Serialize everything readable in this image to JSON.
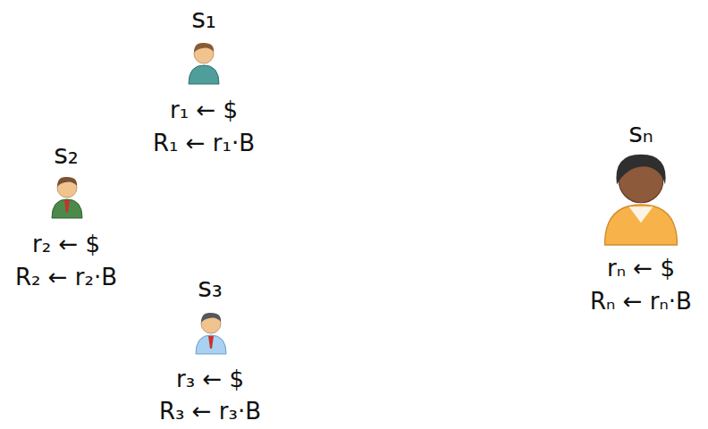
{
  "diagram": {
    "labels": [
      "s₁",
      "r₁ ← $",
      "R₁ ← r₁·B",
      "s₂",
      "r₂ ← $",
      "R₂ ← r₂·B",
      "s₃",
      "r₃ ← $",
      "R₃ ← r₃·B",
      "sₙ",
      "rₙ ← $",
      "Rₙ ← rₙ·B"
    ]
  }
}
